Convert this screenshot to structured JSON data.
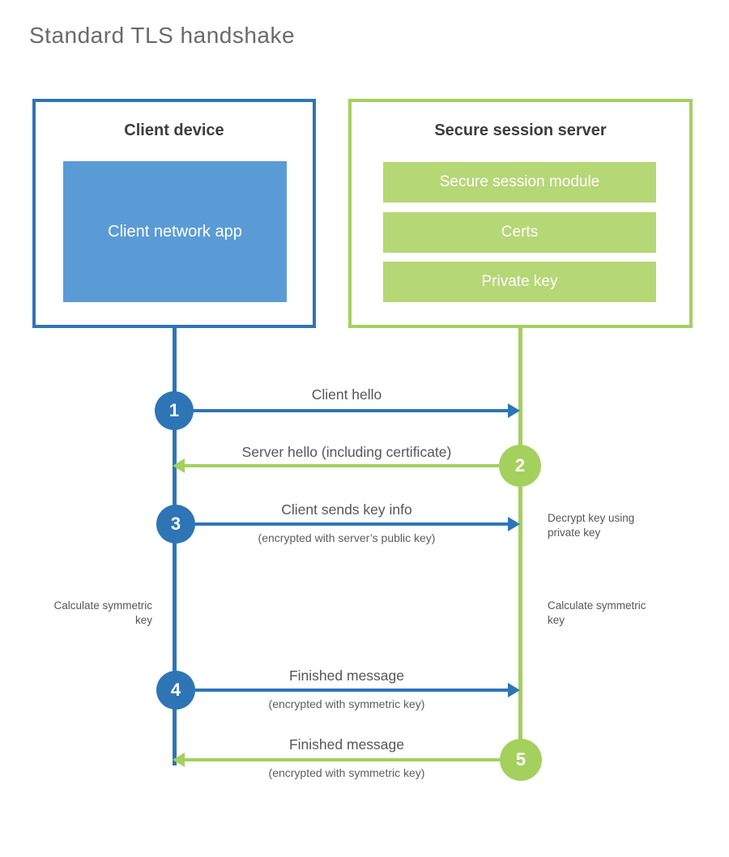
{
  "title": "Standard TLS handshake",
  "colors": {
    "blue": "#2e75b6",
    "light_blue": "#5b9bd5",
    "green": "#a4d05e",
    "light_green": "#b5d776"
  },
  "client": {
    "title": "Client device",
    "app": "Client network app"
  },
  "server": {
    "title": "Secure session server",
    "modules": [
      "Secure session module",
      "Certs",
      "Private key"
    ]
  },
  "steps": [
    {
      "num": "1",
      "label": "Client hello",
      "sublabel": ""
    },
    {
      "num": "2",
      "label": "Server hello (including certificate)",
      "sublabel": ""
    },
    {
      "num": "3",
      "label": "Client sends key info",
      "sublabel": "(encrypted with server’s public key)"
    },
    {
      "num": "4",
      "label": "Finished message",
      "sublabel": "(encrypted with symmetric key)"
    },
    {
      "num": "5",
      "label": "Finished message",
      "sublabel": "(encrypted with symmetric key)"
    }
  ],
  "notes": {
    "decrypt": "Decrypt key using private key",
    "calculate_left": "Calculate symmetric key",
    "calculate_right": "Calculate symmetric key"
  }
}
